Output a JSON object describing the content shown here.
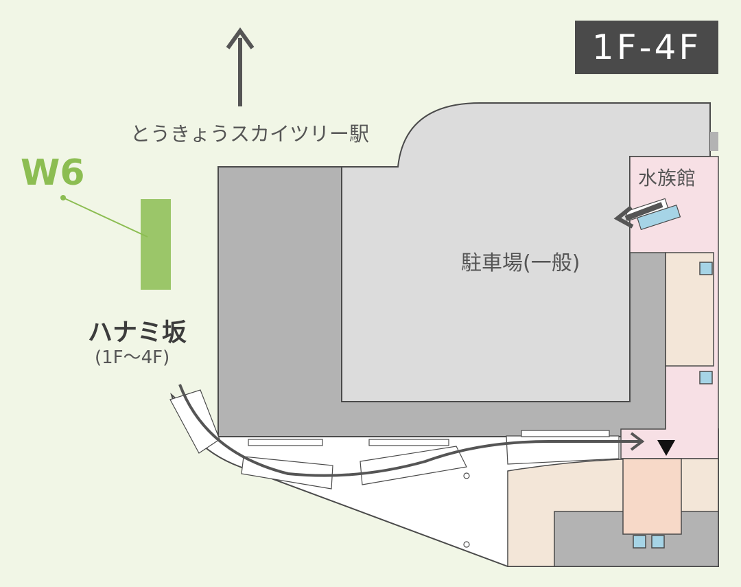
{
  "floor_badge": "1F-4F",
  "labels": {
    "station": "とうきょうスカイツリー駅",
    "pillar_code": "W6",
    "slope_name": "ハナミ坂",
    "slope_floors": "(1F〜4F)",
    "parking": "駐車場(一般)",
    "aquarium": "水族館"
  },
  "colors": {
    "background": "#f1f6e6",
    "badge": "#4a4a4a",
    "accent_green": "#8cbd52",
    "parking_outer": "#b3b3b3",
    "parking_inner": "#dcdcdc",
    "aquarium_zone": "#f7e0e5",
    "shop_zone": "#f3e6d8",
    "elevator": "#a6d4e6",
    "route": "#555555"
  },
  "icons": {
    "north_arrow": "arrow-up-icon",
    "route": "route-arrow-icon",
    "entrance": "triangle-down-icon"
  }
}
